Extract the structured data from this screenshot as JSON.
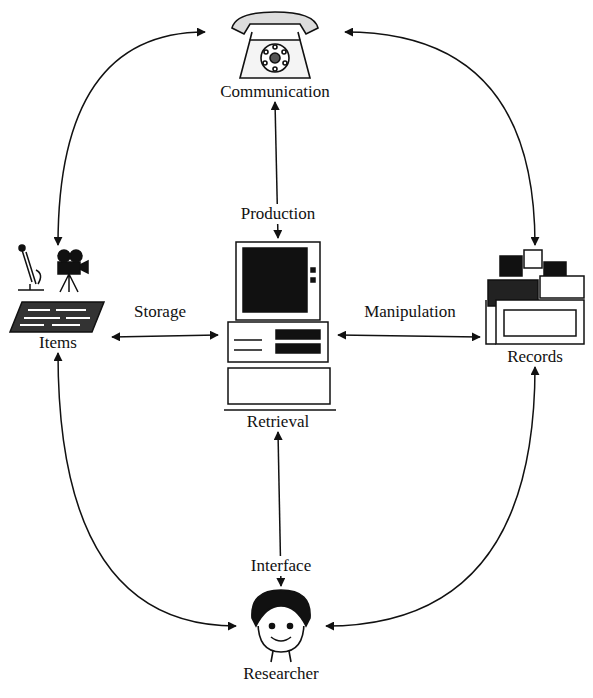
{
  "diagram": {
    "nodes": [
      {
        "text": [
          "Communication"
        ]
      },
      {
        "text": [
          "Items"
        ]
      },
      {
        "text": [
          "Retrieval"
        ]
      },
      {
        "text": [
          "Records"
        ]
      },
      {
        "text": [
          "Researcher"
        ]
      }
    ],
    "edges": [
      {
        "from": 0,
        "to": 1,
        "arrow": "both"
      },
      {
        "from": 0,
        "to": 3,
        "arrow": "both"
      },
      {
        "from": 0,
        "to": 2,
        "label": "Production",
        "arrow": "both"
      },
      {
        "from": 1,
        "to": 2,
        "label": "Storage",
        "arrow": "both"
      },
      {
        "from": 2,
        "to": 3,
        "label": "Manipulation",
        "arrow": "both"
      },
      {
        "from": 2,
        "to": 4,
        "label": "Interface",
        "arrow": "both"
      },
      {
        "from": 1,
        "to": 4,
        "arrow": "both"
      },
      {
        "from": 3,
        "to": 4,
        "arrow": "both"
      }
    ]
  }
}
